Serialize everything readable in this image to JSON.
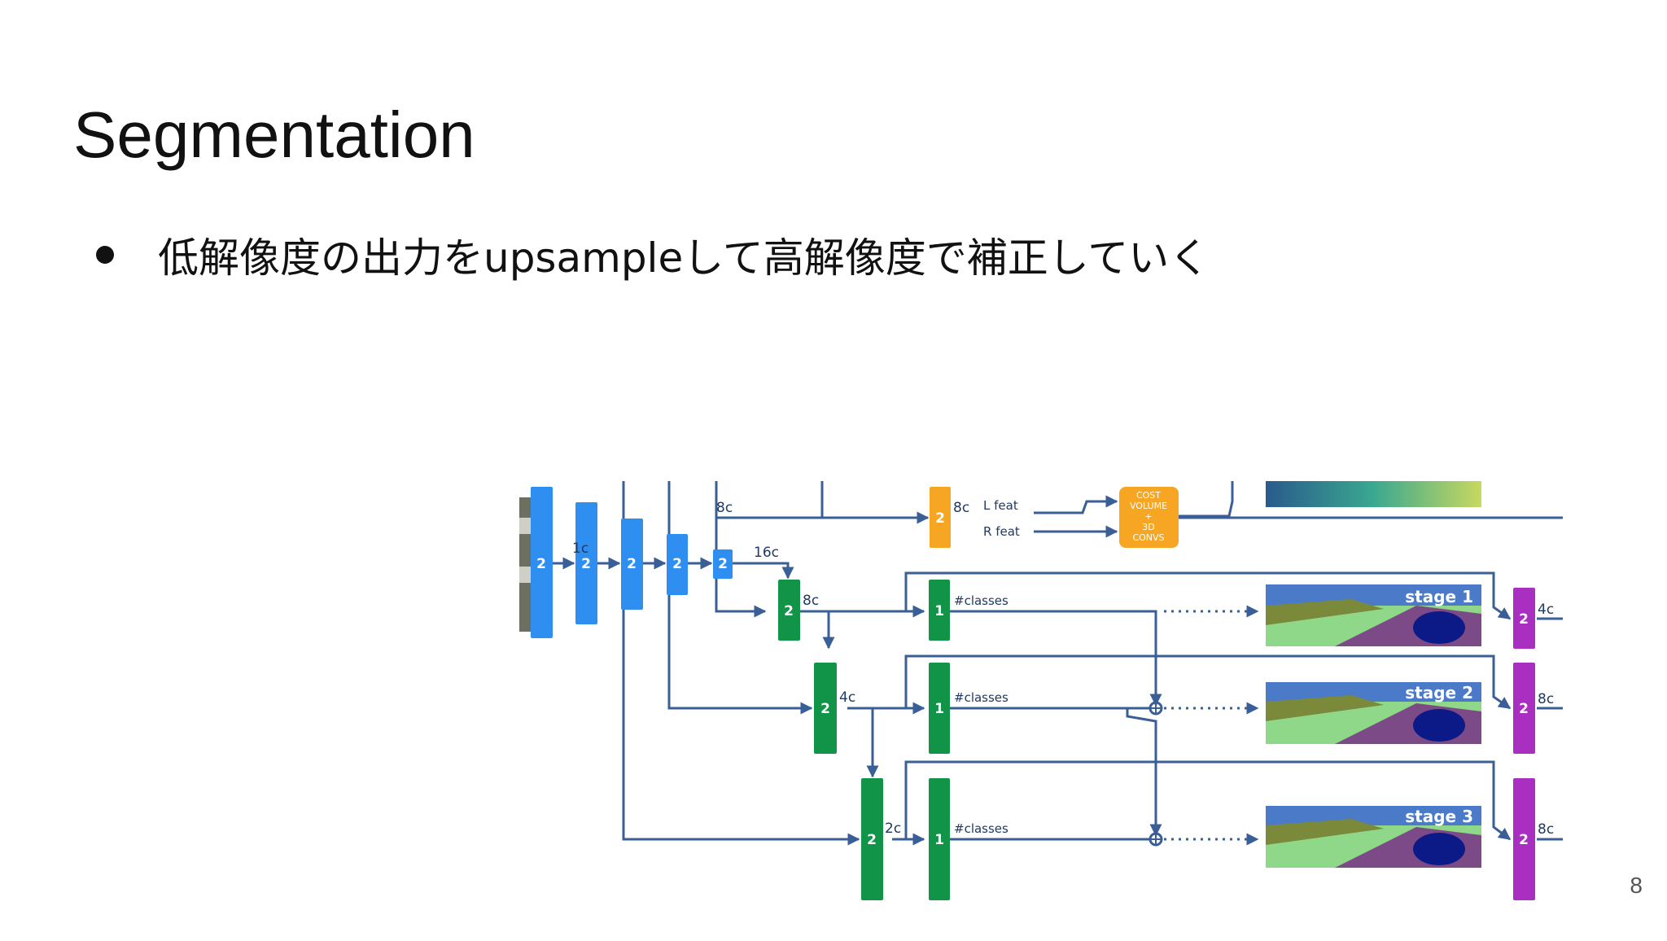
{
  "slide": {
    "title": "Segmentation",
    "bullet": "低解像度の出力をupsampleして高解像度で補正していく",
    "page_number": "8"
  },
  "diagram": {
    "encoder_blocks": [
      "2",
      "2",
      "2",
      "2",
      "2"
    ],
    "channel_labels": {
      "c1": "1c",
      "c8": "8c",
      "c16": "16c"
    },
    "stereo": {
      "block": "2",
      "channels": "8c",
      "left_feat": "L feat",
      "right_feat": "R feat",
      "cost_volume": [
        "COST",
        "VOLUME",
        "+",
        "3D",
        "CONVS"
      ]
    },
    "decoder_blocks": [
      {
        "depth": "2",
        "channels": "8c"
      },
      {
        "depth": "2",
        "channels": "4c"
      },
      {
        "depth": "2",
        "channels": "2c"
      }
    ],
    "heads": [
      {
        "depth": "1",
        "label": "#classes"
      },
      {
        "depth": "1",
        "label": "#classes"
      },
      {
        "depth": "1",
        "label": "#classes"
      }
    ],
    "stages": [
      "stage 1",
      "stage 2",
      "stage 3"
    ],
    "refine_blocks": [
      {
        "depth": "2",
        "channels": "4c"
      },
      {
        "depth": "2",
        "channels": "8c"
      },
      {
        "depth": "2",
        "channels": "8c"
      }
    ],
    "colors": {
      "encoder": "#2f8ff0",
      "stereo": "#f6a623",
      "decoder": "#119447",
      "refine": "#a82fbf",
      "wire": "#3a5f97"
    }
  }
}
